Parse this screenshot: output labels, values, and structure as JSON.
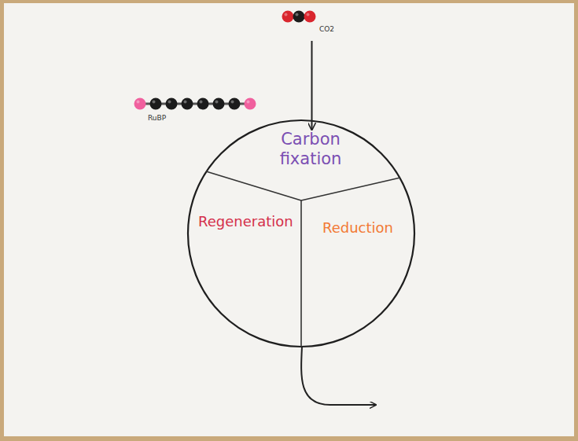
{
  "diagram": {
    "nodes": [
      {
        "text": [
          "CO2"
        ]
      },
      {
        "text": [
          "RuBP"
        ]
      },
      {
        "text": [
          "Carbon fixation"
        ]
      },
      {
        "text": [
          "Regeneration"
        ]
      },
      {
        "text": [
          "Reduction"
        ]
      }
    ],
    "edges": [
      {
        "from": 0,
        "to": 2,
        "arrow": "to"
      }
    ]
  }
}
